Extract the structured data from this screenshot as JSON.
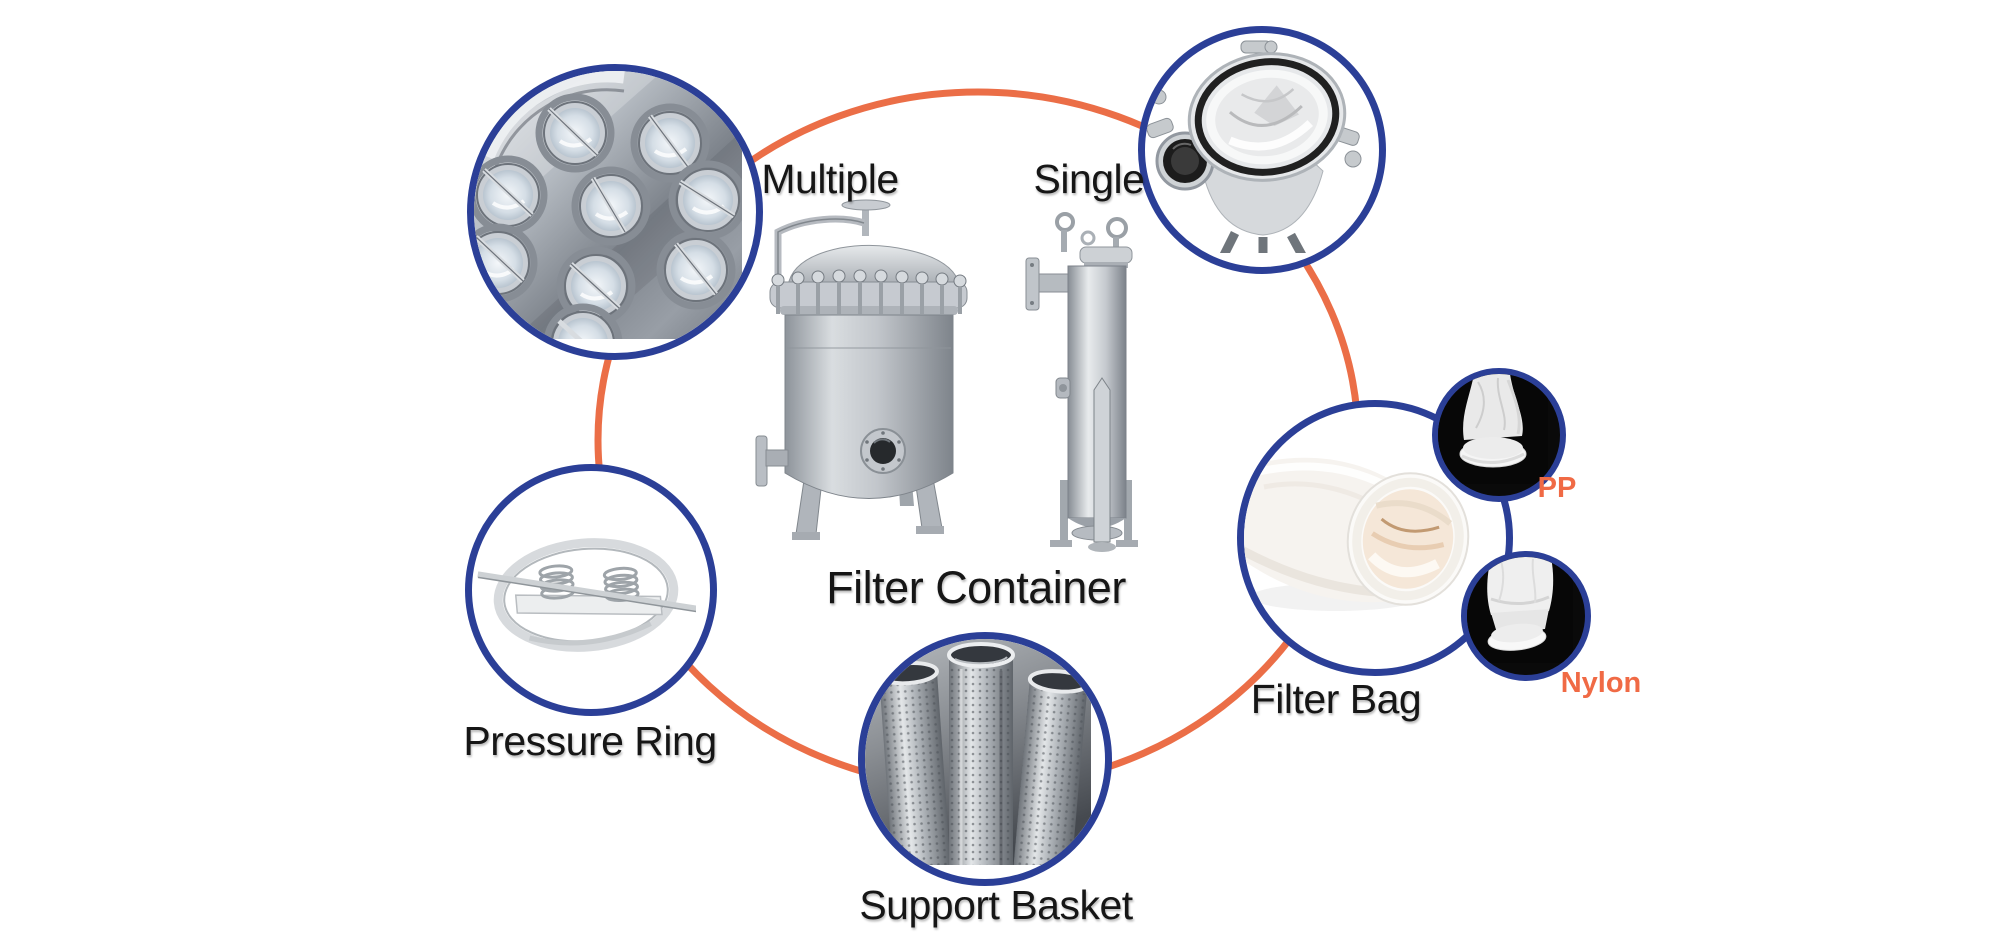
{
  "diagram": {
    "title": "Filter Container",
    "variants": {
      "left": "Multiple",
      "right": "Single"
    },
    "components": [
      {
        "id": "filter-bag",
        "label": "Filter Bag"
      },
      {
        "id": "pressure-ring",
        "label": "Pressure Ring"
      },
      {
        "id": "support-basket",
        "label": "Support Basket"
      }
    ],
    "filter_bag_materials": [
      {
        "label": "PP"
      },
      {
        "label": "Nylon"
      }
    ],
    "colors": {
      "ring_orange": "#EB6E47",
      "node_border_blue": "#2B3F97",
      "label_black": "#161616",
      "material_label_orange": "#F06A45"
    }
  }
}
